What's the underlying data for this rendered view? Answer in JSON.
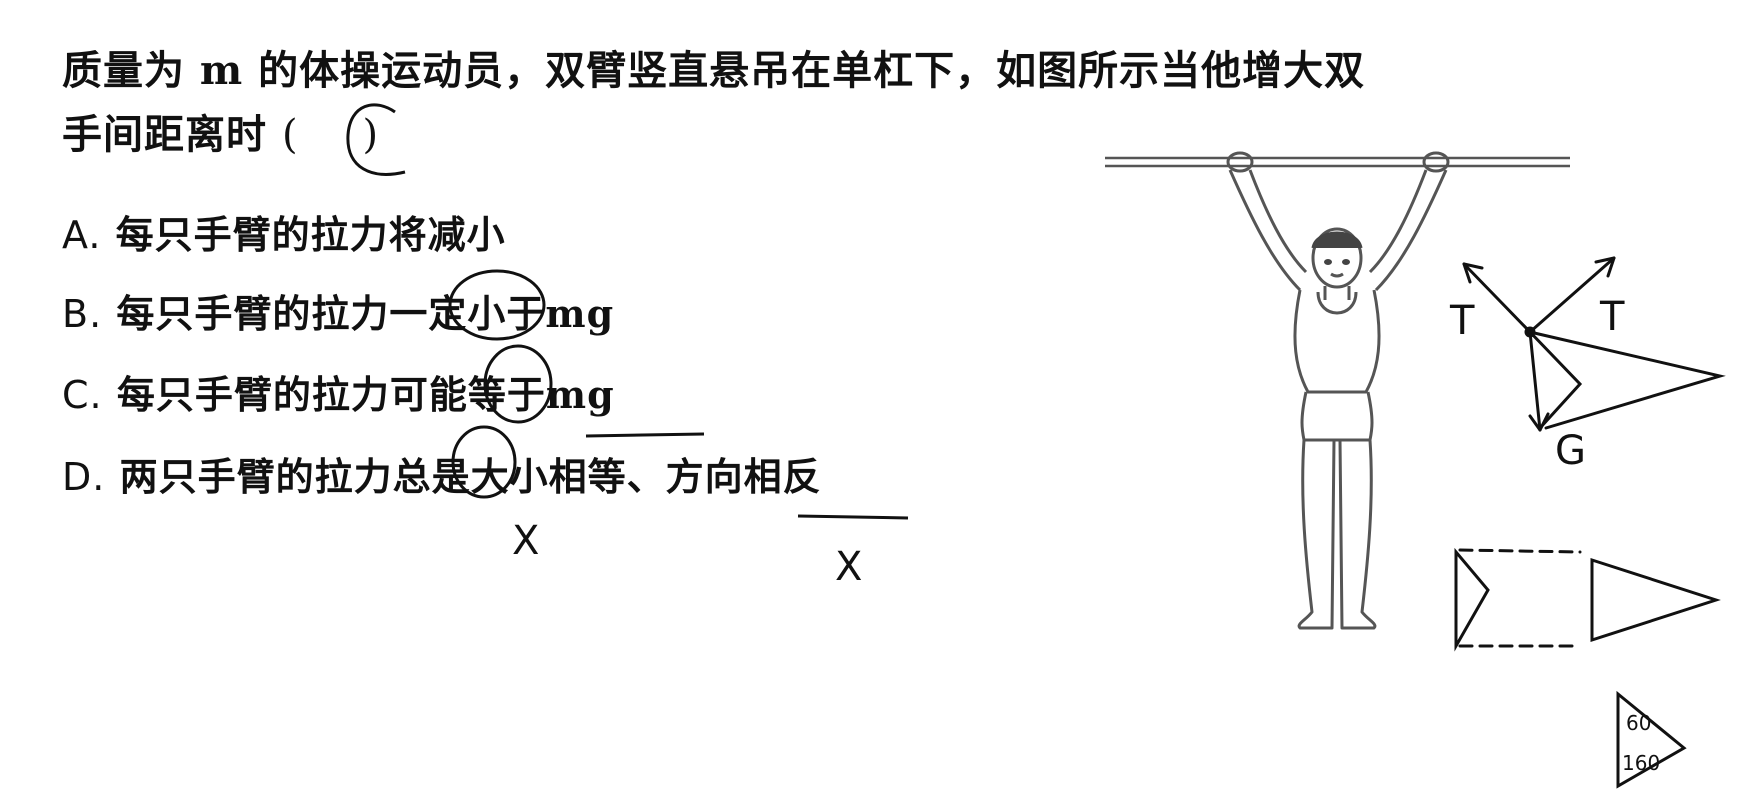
{
  "question": {
    "line1": "质量为 m 的体操运动员，双臂竖直悬吊在单杠下，如图所示当他增大双",
    "line2_text": "手间距离时",
    "open_paren": "(",
    "close_paren": ")",
    "handwritten_answer": "C"
  },
  "options": [
    {
      "label": "A.",
      "text": "每只手臂的拉力将减小"
    },
    {
      "label": "B.",
      "text": "每只手臂的拉力一定小于mg"
    },
    {
      "label": "C.",
      "text": "每只手臂的拉力可能等于mg"
    },
    {
      "label": "D.",
      "text": "两只手臂的拉力总是大小相等、方向相反"
    }
  ],
  "annotations": {
    "mark_d_1": "X",
    "mark_d_2": "X",
    "tension_left": "T",
    "tension_right": "T",
    "gravity": "G",
    "angle_top": "60",
    "angle_bottom": "160"
  }
}
